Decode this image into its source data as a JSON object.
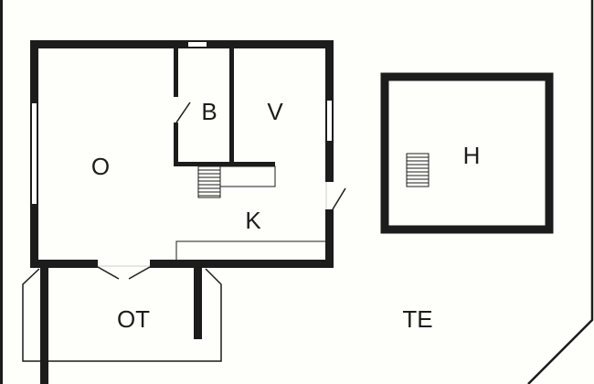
{
  "floorplan": {
    "title": "",
    "colors": {
      "background": "#fefefa",
      "wall": "#1c1c1c",
      "window": "#ffffff"
    },
    "rooms": [
      {
        "id": "O",
        "label": "O"
      },
      {
        "id": "B",
        "label": "B"
      },
      {
        "id": "V",
        "label": "V"
      },
      {
        "id": "K",
        "label": "K"
      },
      {
        "id": "OT",
        "label": "OT"
      },
      {
        "id": "H",
        "label": "H"
      },
      {
        "id": "TE",
        "label": "TE"
      }
    ]
  }
}
